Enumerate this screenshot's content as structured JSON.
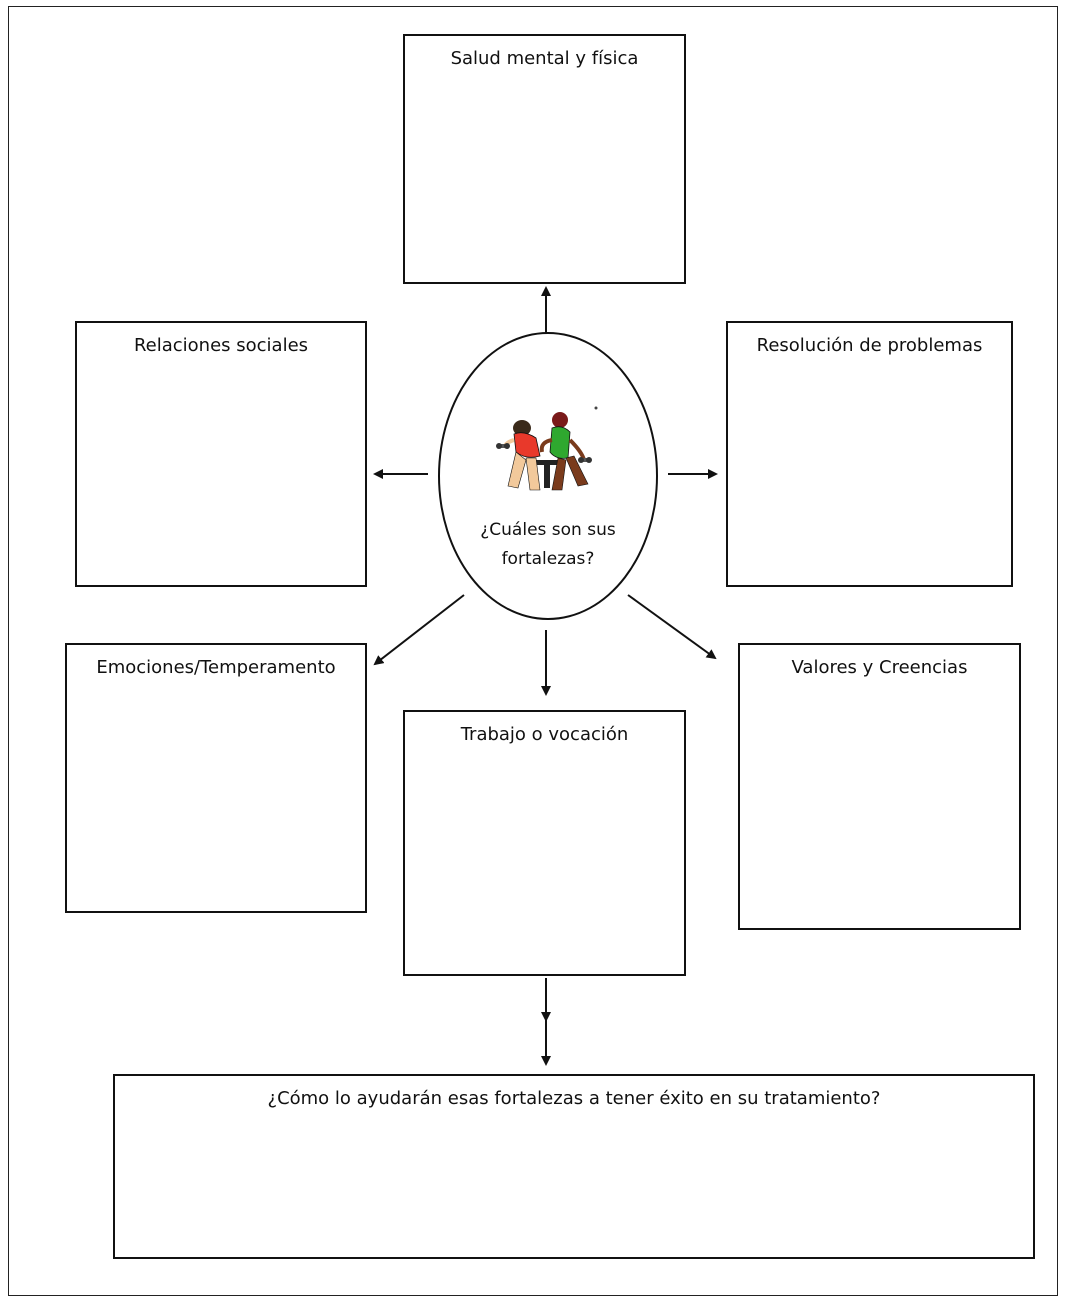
{
  "center": {
    "question": "¿Cuáles son sus fortalezas?",
    "image_icon": "weightlifting-couple-illustration"
  },
  "boxes": {
    "salud": "Salud mental y física",
    "relaciones": "Relaciones sociales",
    "resolucion": "Resolución de problemas",
    "emociones": "Emociones/Temperamento",
    "trabajo": "Trabajo o vocación",
    "valores": "Valores y Creencias",
    "pregunta": "¿Cómo lo ayudarán esas fortalezas a tener éxito en su tratamiento?"
  },
  "colors": {
    "outline": "#111111",
    "shirt_left": "#e8392b",
    "shirt_right": "#2fa82f",
    "skin_light": "#f2c99b",
    "skin_dark": "#7a3b1c"
  }
}
